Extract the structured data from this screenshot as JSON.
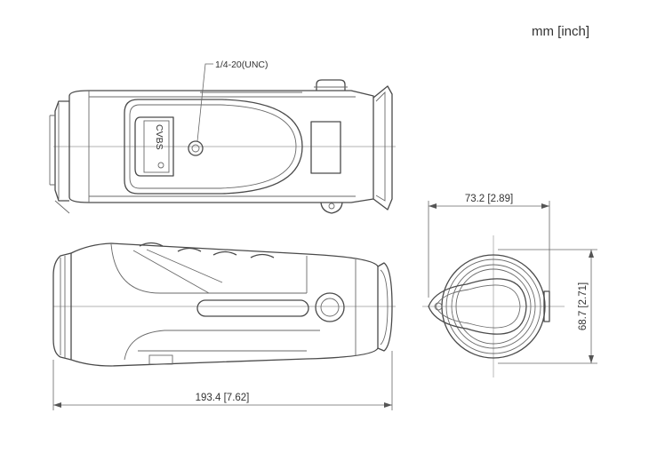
{
  "units_label": "mm [inch]",
  "callout": {
    "thread": "1/4-20(UNC)"
  },
  "cvbs_label": "CVBS",
  "dimensions": {
    "length": "193.4 [7.62]",
    "width": "73.2 [2.89]",
    "height": "68.7 [2.71]"
  },
  "colors": {
    "line": "#4a4a4a",
    "text": "#333333",
    "background": "#ffffff"
  }
}
